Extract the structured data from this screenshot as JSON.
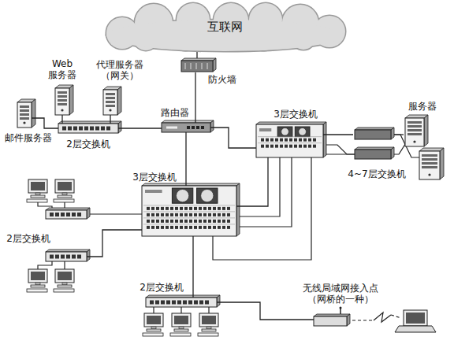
{
  "diagram": {
    "nodes": [
      {
        "text": [
          "互联网"
        ]
      },
      {
        "text": [
          "防火墙"
        ]
      },
      {
        "text": [
          "Web 服务器"
        ]
      },
      {
        "text": [
          "代理服务器 （网关）"
        ]
      },
      {
        "text": [
          "邮件服务器"
        ]
      },
      {
        "text": [
          "2层交换机"
        ]
      },
      {
        "text": [
          "路由器"
        ]
      },
      {
        "text": [
          "3层交换机"
        ]
      },
      {
        "text": [
          "4~7层交换机"
        ]
      },
      {
        "text": [
          "服务器"
        ]
      },
      {
        "text": [
          "3层交换机"
        ]
      },
      {
        "text": [
          "2层交换机"
        ]
      },
      {
        "text": [
          "2层交换机"
        ]
      },
      {
        "text": [
          "无线局域网接入点 （网桥的一种）"
        ]
      }
    ],
    "edges": [
      {
        "from": 0,
        "to": 1,
        "arrow": "none"
      },
      {
        "from": 1,
        "to": 6,
        "arrow": "none"
      },
      {
        "from": 6,
        "to": 5,
        "arrow": "none"
      },
      {
        "from": 5,
        "to": 2,
        "arrow": "none"
      },
      {
        "from": 5,
        "to": 3,
        "arrow": "none"
      },
      {
        "from": 5,
        "to": 4,
        "arrow": "none"
      },
      {
        "from": 6,
        "to": 7,
        "arrow": "none"
      },
      {
        "from": 6,
        "to": 10,
        "arrow": "none"
      },
      {
        "from": 7,
        "to": 8,
        "arrow": "none"
      },
      {
        "from": 8,
        "to": 9,
        "arrow": "none"
      },
      {
        "from": 10,
        "to": 7,
        "arrow": "none"
      },
      {
        "from": 10,
        "to": 11,
        "arrow": "none"
      },
      {
        "from": 10,
        "to": 12,
        "arrow": "none"
      },
      {
        "from": 12,
        "to": 13,
        "arrow": "none"
      }
    ]
  }
}
